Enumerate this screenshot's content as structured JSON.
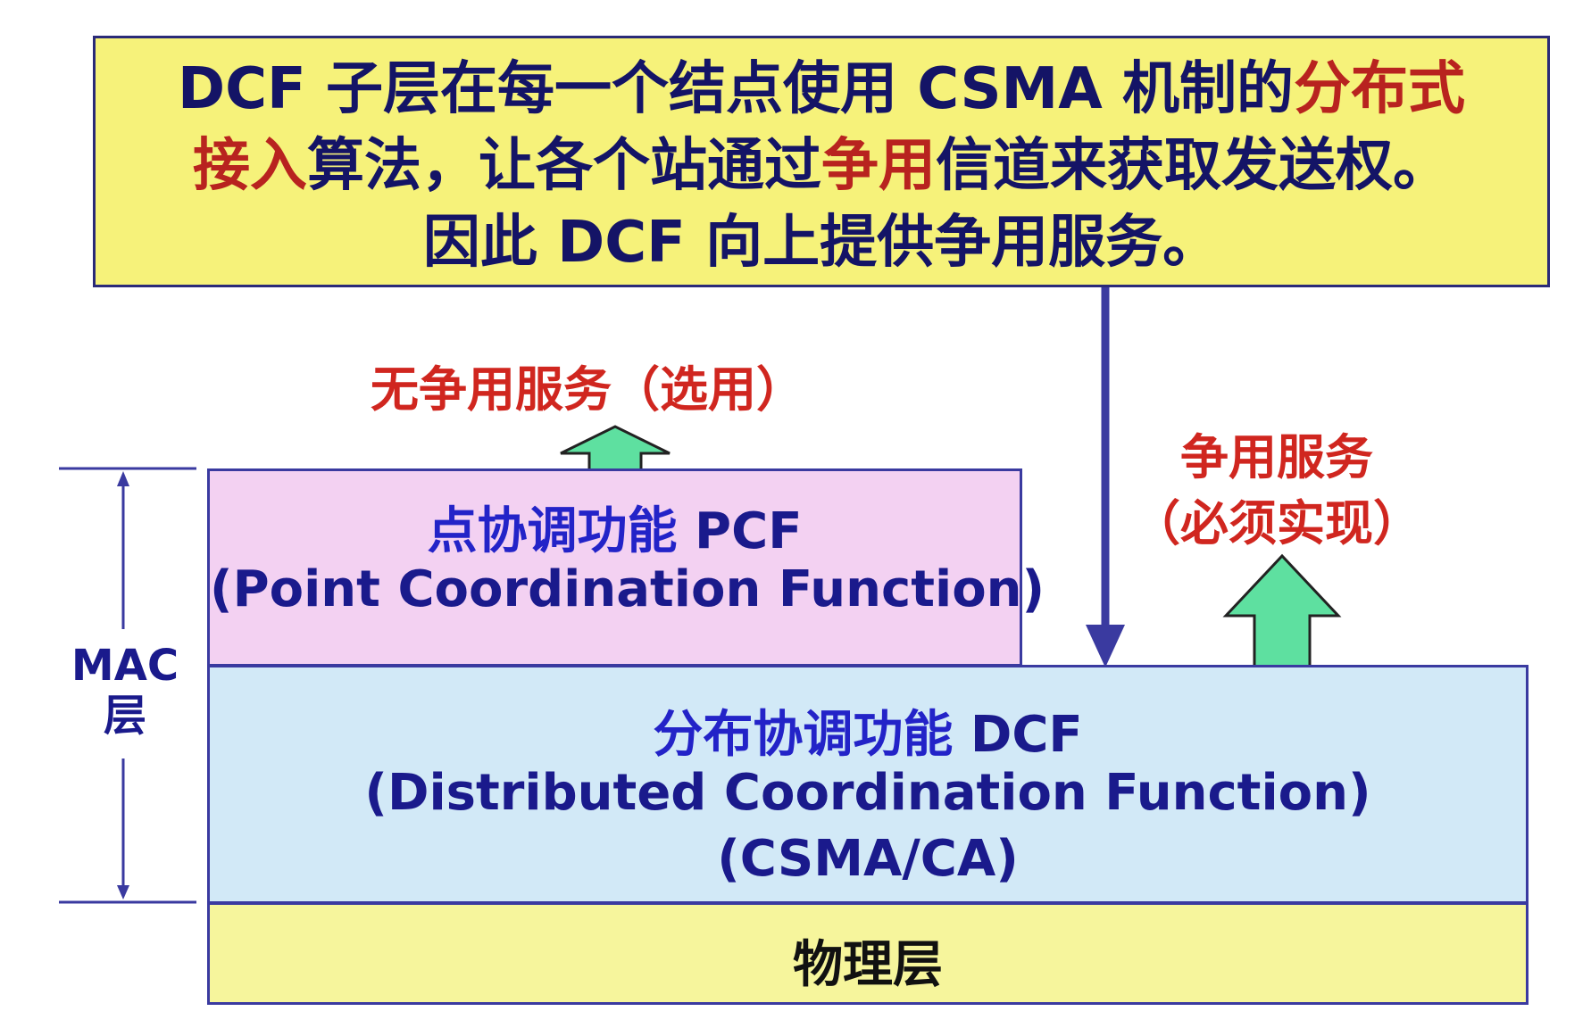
{
  "description": {
    "line1_a": "DCF 子层在每一个结点使用 CSMA 机制的",
    "line1_b": "分布式",
    "line2_a": "接入",
    "line2_b": "算法，让各个站通过",
    "line2_c": "争用",
    "line2_d": "信道来获取发送权。",
    "line3": "因此 DCF 向上提供争用服务。"
  },
  "pcf_service_label": "无争用服务（选用）",
  "dcf_service_label_line1": "争用服务",
  "dcf_service_label_line2": "（必须实现）",
  "mac_label_line1": "MAC",
  "mac_label_line2": "层",
  "pcf": {
    "title_cn": "点协调功能",
    "title_abbr": "PCF",
    "title_en": "(Point Coordination Function)"
  },
  "dcf": {
    "title_cn": "分布协调功能",
    "title_abbr": "DCF",
    "title_en": "(Distributed Coordination Function)",
    "subtitle": "(CSMA/CA)"
  },
  "physical_layer": "物理层",
  "colors": {
    "description_bg": "#f6f27a",
    "pcf_bg": "#f3d1f2",
    "dcf_bg": "#d2e9f7",
    "phy_bg": "#f6f59c",
    "arrow_green": "#5ee0a0",
    "text_blue": "#1a1a8c",
    "text_red": "#d0261f"
  }
}
